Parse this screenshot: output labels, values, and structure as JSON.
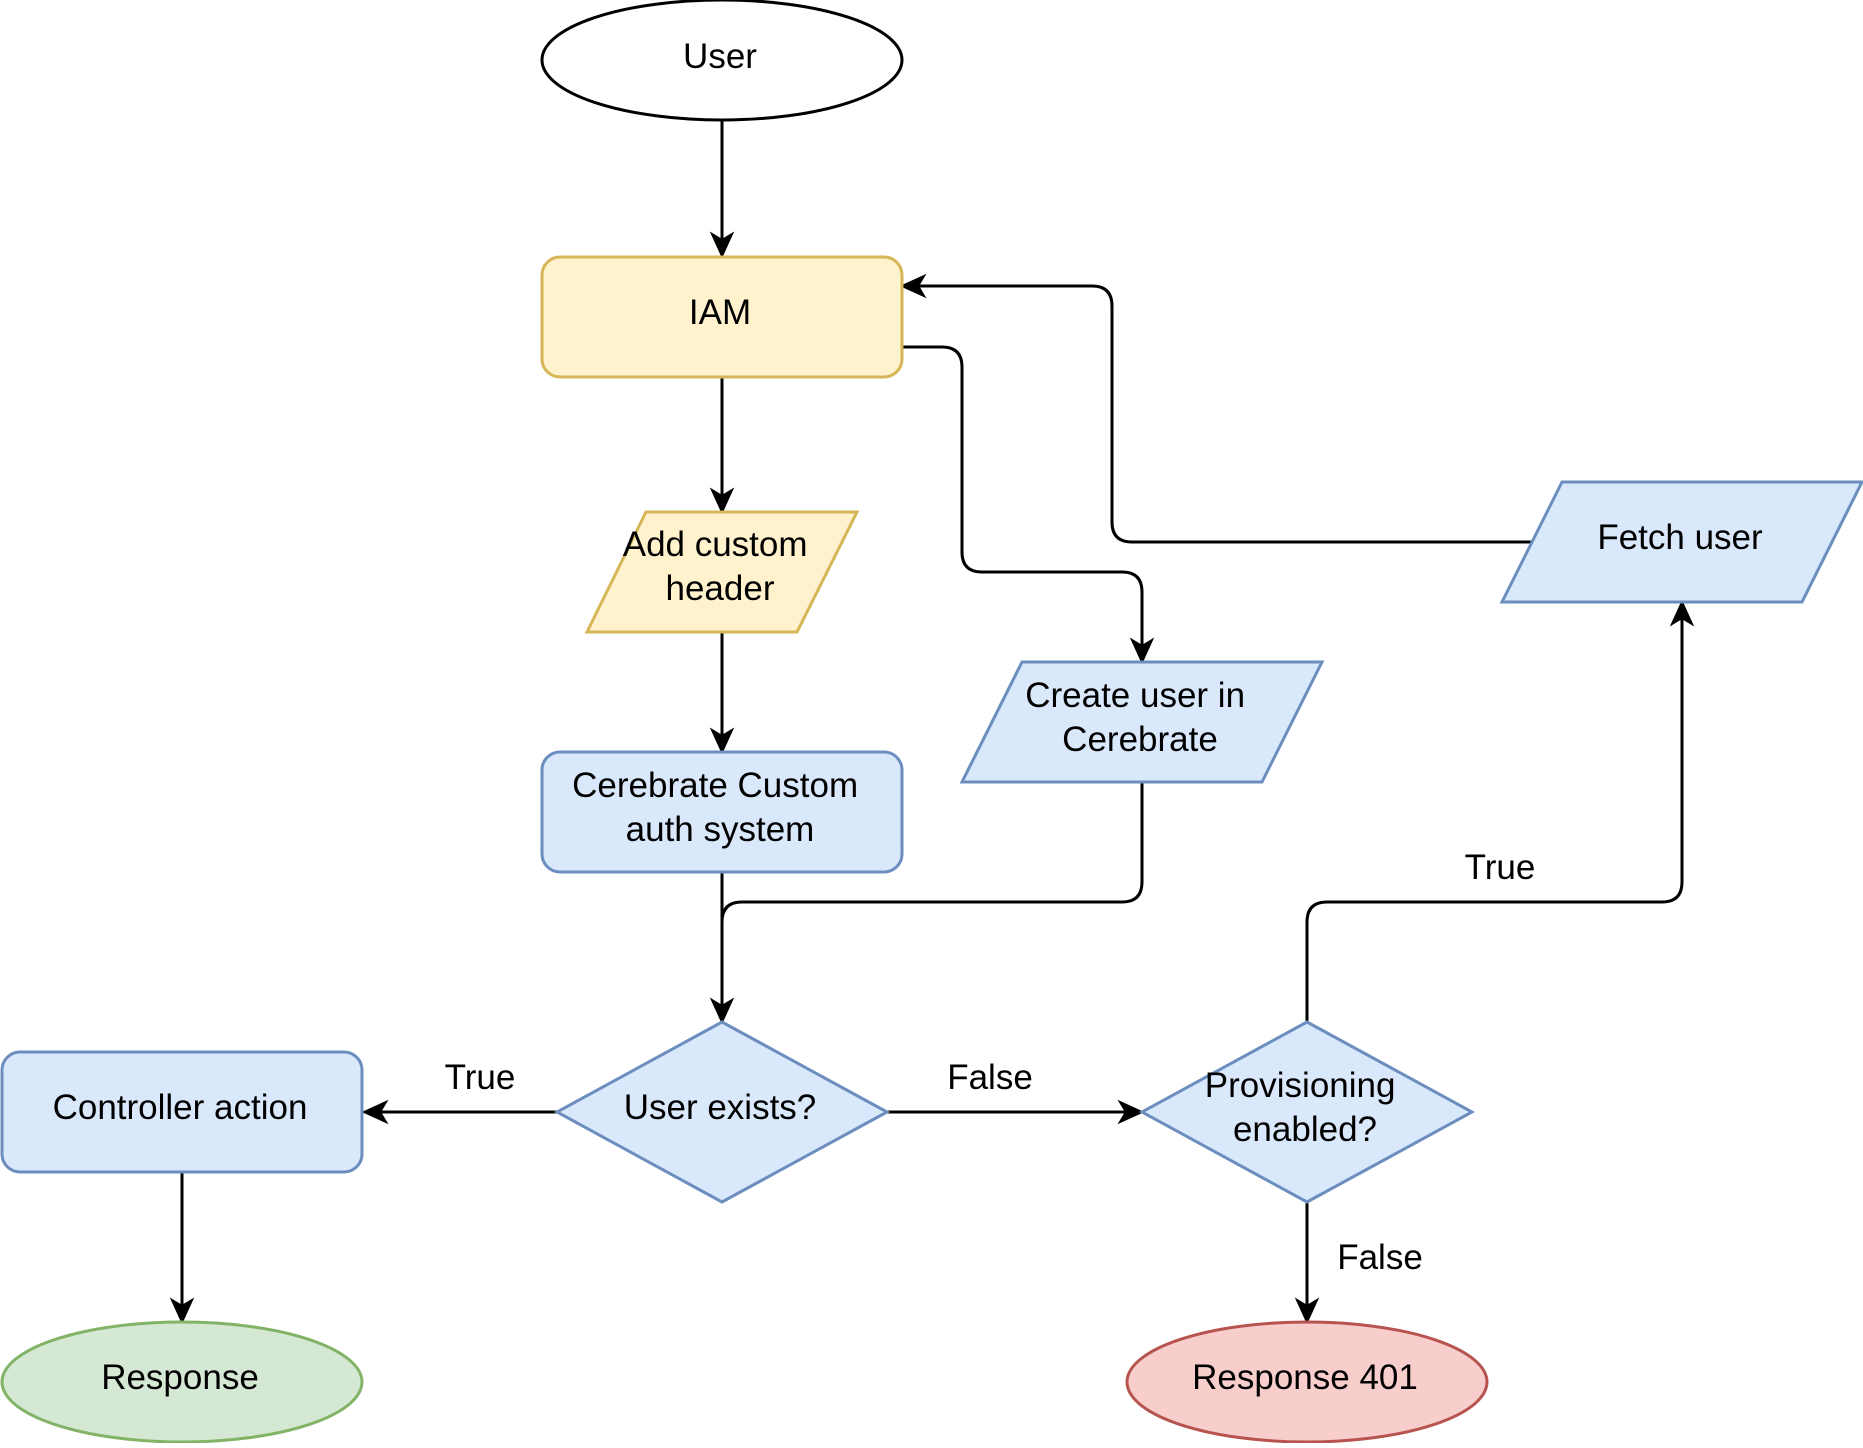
{
  "nodes": {
    "user": {
      "label": "User",
      "fill": "#ffffff",
      "stroke": "#000000"
    },
    "iam": {
      "label": "IAM",
      "fill": "#fff2cc",
      "stroke": "#d6b656"
    },
    "add_header": {
      "lines": [
        "Add custom",
        "header"
      ],
      "fill": "#fff2cc",
      "stroke": "#d6b656"
    },
    "custom_auth": {
      "lines": [
        "Cerebrate Custom",
        "auth system"
      ],
      "fill": "#dae8fc",
      "stroke": "#6c8ebf"
    },
    "create_user": {
      "lines": [
        "Create user in",
        "Cerebrate"
      ],
      "fill": "#dae8fc",
      "stroke": "#6c8ebf"
    },
    "fetch_user": {
      "label": "Fetch user",
      "fill": "#dae8fc",
      "stroke": "#6c8ebf"
    },
    "user_exists": {
      "label": "User exists?",
      "fill": "#dae8fc",
      "stroke": "#6c8ebf"
    },
    "provisioning": {
      "lines": [
        "Provisioning",
        "enabled?"
      ],
      "fill": "#dae8fc",
      "stroke": "#6c8ebf"
    },
    "controller": {
      "label": "Controller action",
      "fill": "#dae8fc",
      "stroke": "#6c8ebf"
    },
    "response": {
      "label": "Response",
      "fill": "#d5e8d4",
      "stroke": "#82b366"
    },
    "response_401": {
      "label": "Response 401",
      "fill": "#f8cecc",
      "stroke": "#b85450"
    }
  },
  "edge_labels": {
    "exists_true": "True",
    "exists_false": "False",
    "provisioning_true": "True",
    "provisioning_false": "False"
  }
}
